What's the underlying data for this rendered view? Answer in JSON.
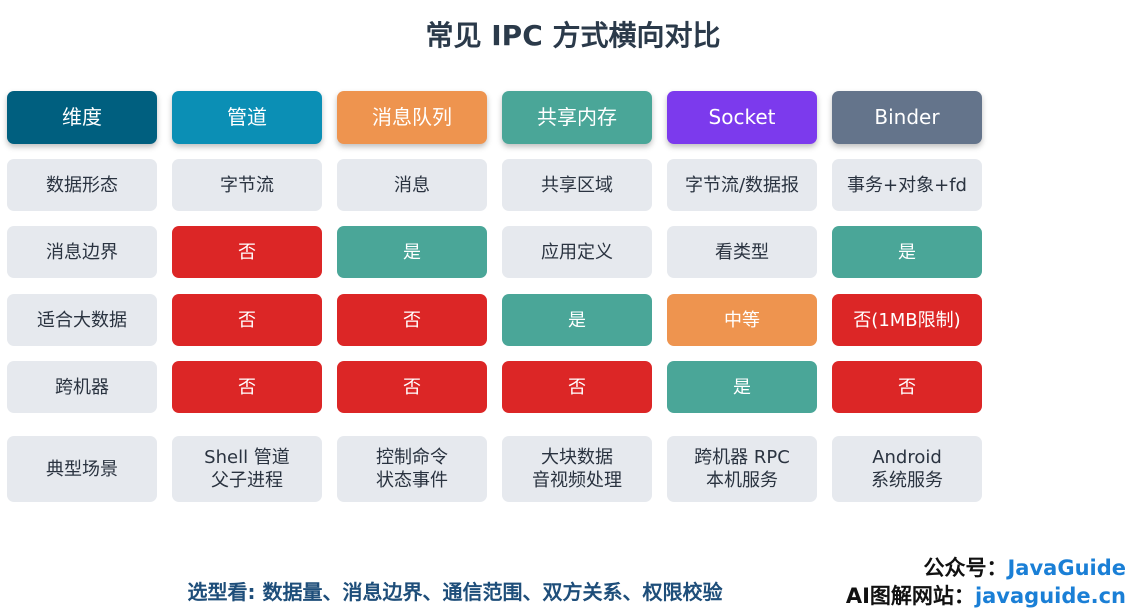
{
  "title": "常见 IPC 方式横向对比",
  "header": {
    "cells": [
      {
        "label": "维度",
        "color": "#005f7f"
      },
      {
        "label": "管道",
        "color": "#0b8fb5"
      },
      {
        "label": "消息队列",
        "color": "#ee944f"
      },
      {
        "label": "共享内存",
        "color": "#4aa698"
      },
      {
        "label": "Socket",
        "color": "#7c3aed"
      },
      {
        "label": "Binder",
        "color": "#64748b"
      }
    ]
  },
  "rows": [
    {
      "label": "数据形态",
      "values": [
        "字节流",
        "消息",
        "共享区域",
        "字节流/数据报",
        "事务+对象+fd"
      ],
      "tones": [
        "plain",
        "plain",
        "plain",
        "plain",
        "plain"
      ]
    },
    {
      "label": "消息边界",
      "values": [
        "否",
        "是",
        "应用定义",
        "看类型",
        "是"
      ],
      "tones": [
        "red",
        "green",
        "plain",
        "plain",
        "green"
      ]
    },
    {
      "label": "适合大数据",
      "values": [
        "否",
        "否",
        "是",
        "中等",
        "否(1MB限制)"
      ],
      "tones": [
        "red",
        "red",
        "green",
        "orange",
        "red"
      ]
    },
    {
      "label": "跨机器",
      "values": [
        "否",
        "否",
        "否",
        "是",
        "否"
      ],
      "tones": [
        "red",
        "red",
        "red",
        "green",
        "red"
      ]
    },
    {
      "label": "典型场景",
      "values": [
        "Shell 管道\n父子进程",
        "控制命令\n状态事件",
        "大块数据\n音视频处理",
        "跨机器 RPC\n本机服务",
        "Android\n系统服务"
      ],
      "tones": [
        "plain",
        "plain",
        "plain",
        "plain",
        "plain"
      ]
    }
  ],
  "footer": "选型看: 数据量、消息边界、通信范围、双方关系、权限校验",
  "brand": {
    "line1_label": "公众号：",
    "line1_value": "JavaGuide",
    "line2_label": "AI图解网站：",
    "line2_value": "javaguide.cn"
  }
}
